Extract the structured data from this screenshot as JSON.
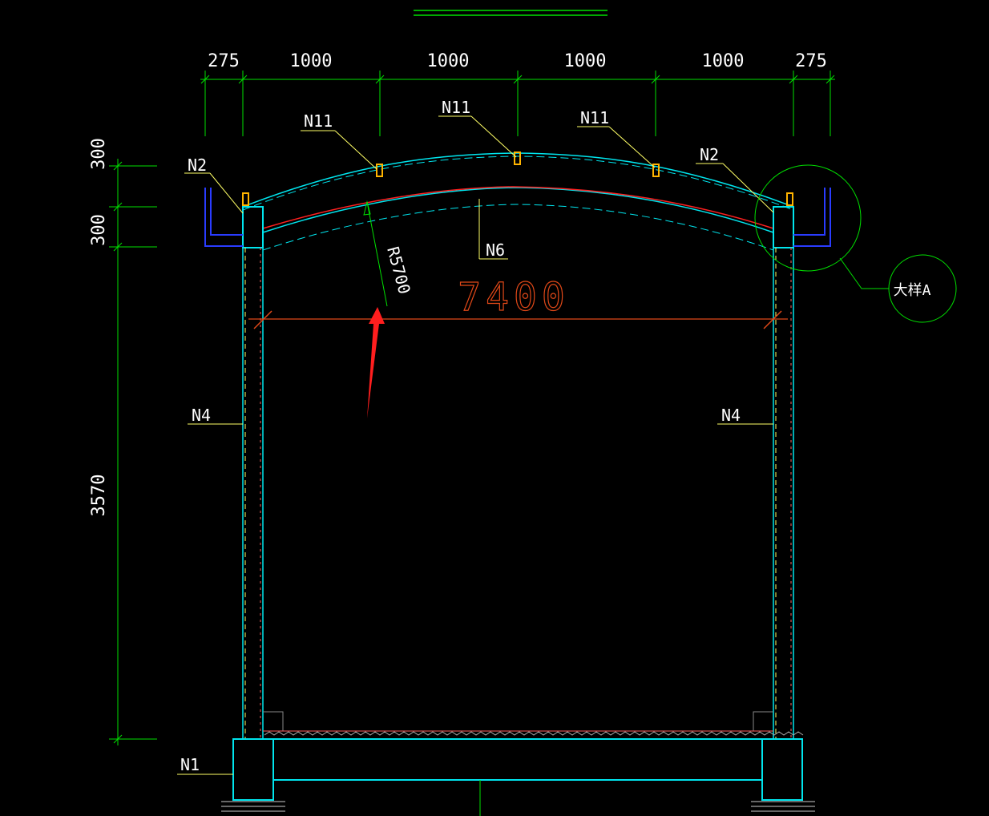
{
  "drawing": {
    "title": "",
    "colors": {
      "dimension": "#00e000",
      "structure": "#00e5ee",
      "annotation_text": "#ffffff",
      "arc_line": "#ff2020",
      "span_dimension": "#e04818",
      "wall_edge": "#ffff66",
      "gutter": "#2a3cff",
      "block": "#ffb400",
      "arrow": "#ff1e1e"
    },
    "horizontal_dims": [
      "275",
      "1000",
      "1000",
      "1000",
      "1000",
      "275"
    ],
    "vertical_dims": [
      "300",
      "300",
      "3570"
    ],
    "span": "7400",
    "radius": "R5700",
    "labels": {
      "n1": "N1",
      "n2_left": "N2",
      "n2_right": "N2",
      "n4_left": "N4",
      "n4_right": "N4",
      "n6": "N6",
      "n11_left": "N11",
      "n11_mid": "N11",
      "n11_right": "N11"
    },
    "detail_callout": "大样A"
  }
}
